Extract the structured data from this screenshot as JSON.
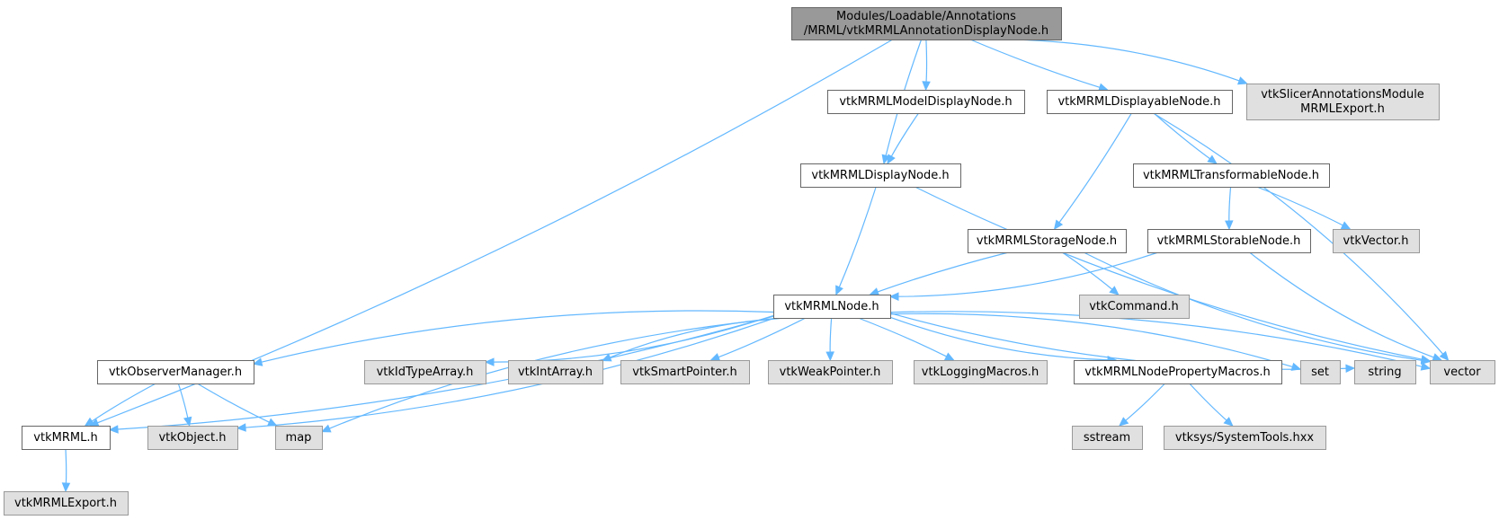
{
  "colors": {
    "root_fill": "#999999",
    "root_stroke": "#666666",
    "documented_fill": "#ffffff",
    "documented_stroke": "#666666",
    "external_fill": "#e0e0e0",
    "external_stroke": "#999999",
    "edge": "#63b8ff"
  },
  "nodes": [
    {
      "id": "root",
      "kind": "root",
      "lines": [
        "Modules/Loadable/Annotations",
        "/MRML/vtkMRMLAnnotationDisplayNode.h"
      ]
    },
    {
      "id": "modeldisplay",
      "kind": "documented",
      "lines": [
        "vtkMRMLModelDisplayNode.h"
      ]
    },
    {
      "id": "displayable",
      "kind": "documented",
      "lines": [
        "vtkMRMLDisplayableNode.h"
      ]
    },
    {
      "id": "slicerexport",
      "kind": "external",
      "lines": [
        "vtkSlicerAnnotationsModule",
        "MRMLExport.h"
      ]
    },
    {
      "id": "display",
      "kind": "documented",
      "lines": [
        "vtkMRMLDisplayNode.h"
      ]
    },
    {
      "id": "transformable",
      "kind": "documented",
      "lines": [
        "vtkMRMLTransformableNode.h"
      ]
    },
    {
      "id": "storage",
      "kind": "documented",
      "lines": [
        "vtkMRMLStorageNode.h"
      ]
    },
    {
      "id": "storable",
      "kind": "documented",
      "lines": [
        "vtkMRMLStorableNode.h"
      ]
    },
    {
      "id": "vtkvector",
      "kind": "external",
      "lines": [
        "vtkVector.h"
      ]
    },
    {
      "id": "command",
      "kind": "external",
      "lines": [
        "vtkCommand.h"
      ]
    },
    {
      "id": "node",
      "kind": "documented",
      "lines": [
        "vtkMRMLNode.h"
      ]
    },
    {
      "id": "observer",
      "kind": "documented",
      "lines": [
        "vtkObserverManager.h"
      ]
    },
    {
      "id": "idtype",
      "kind": "external",
      "lines": [
        "vtkIdTypeArray.h"
      ]
    },
    {
      "id": "intarray",
      "kind": "external",
      "lines": [
        "vtkIntArray.h"
      ]
    },
    {
      "id": "smartptr",
      "kind": "external",
      "lines": [
        "vtkSmartPointer.h"
      ]
    },
    {
      "id": "weakptr",
      "kind": "external",
      "lines": [
        "vtkWeakPointer.h"
      ]
    },
    {
      "id": "logging",
      "kind": "external",
      "lines": [
        "vtkLoggingMacros.h"
      ]
    },
    {
      "id": "propmacros",
      "kind": "documented",
      "lines": [
        "vtkMRMLNodePropertyMacros.h"
      ]
    },
    {
      "id": "set",
      "kind": "external",
      "lines": [
        "set"
      ]
    },
    {
      "id": "string",
      "kind": "external",
      "lines": [
        "string"
      ]
    },
    {
      "id": "vector",
      "kind": "external",
      "lines": [
        "vector"
      ]
    },
    {
      "id": "vtkmrml",
      "kind": "documented",
      "lines": [
        "vtkMRML.h"
      ]
    },
    {
      "id": "vtkobject",
      "kind": "external",
      "lines": [
        "vtkObject.h"
      ]
    },
    {
      "id": "map",
      "kind": "external",
      "lines": [
        "map"
      ]
    },
    {
      "id": "sstream",
      "kind": "external",
      "lines": [
        "sstream"
      ]
    },
    {
      "id": "systemtools",
      "kind": "external",
      "lines": [
        "vtksys/SystemTools.hxx"
      ]
    },
    {
      "id": "mrmlexport",
      "kind": "external",
      "lines": [
        "vtkMRMLExport.h"
      ]
    }
  ],
  "edges": [
    [
      "root",
      "vtkmrml"
    ],
    [
      "root",
      "display"
    ],
    [
      "root",
      "modeldisplay"
    ],
    [
      "root",
      "displayable"
    ],
    [
      "root",
      "slicerexport"
    ],
    [
      "modeldisplay",
      "display"
    ],
    [
      "display",
      "node"
    ],
    [
      "display",
      "vector"
    ],
    [
      "displayable",
      "storage"
    ],
    [
      "displayable",
      "transformable"
    ],
    [
      "displayable",
      "vector"
    ],
    [
      "transformable",
      "storable"
    ],
    [
      "transformable",
      "vtkvector"
    ],
    [
      "storage",
      "node"
    ],
    [
      "storage",
      "command"
    ],
    [
      "storage",
      "vector"
    ],
    [
      "storable",
      "node"
    ],
    [
      "storable",
      "vector"
    ],
    [
      "node",
      "vtkmrml"
    ],
    [
      "node",
      "observer"
    ],
    [
      "node",
      "vtkobject"
    ],
    [
      "node",
      "map"
    ],
    [
      "node",
      "idtype"
    ],
    [
      "node",
      "intarray"
    ],
    [
      "node",
      "smartptr"
    ],
    [
      "node",
      "weakptr"
    ],
    [
      "node",
      "logging"
    ],
    [
      "node",
      "propmacros"
    ],
    [
      "node",
      "set"
    ],
    [
      "node",
      "string"
    ],
    [
      "node",
      "vector"
    ],
    [
      "observer",
      "vtkmrml"
    ],
    [
      "observer",
      "vtkobject"
    ],
    [
      "observer",
      "map"
    ],
    [
      "propmacros",
      "sstream"
    ],
    [
      "propmacros",
      "systemtools"
    ],
    [
      "vtkmrml",
      "mrmlexport"
    ]
  ]
}
